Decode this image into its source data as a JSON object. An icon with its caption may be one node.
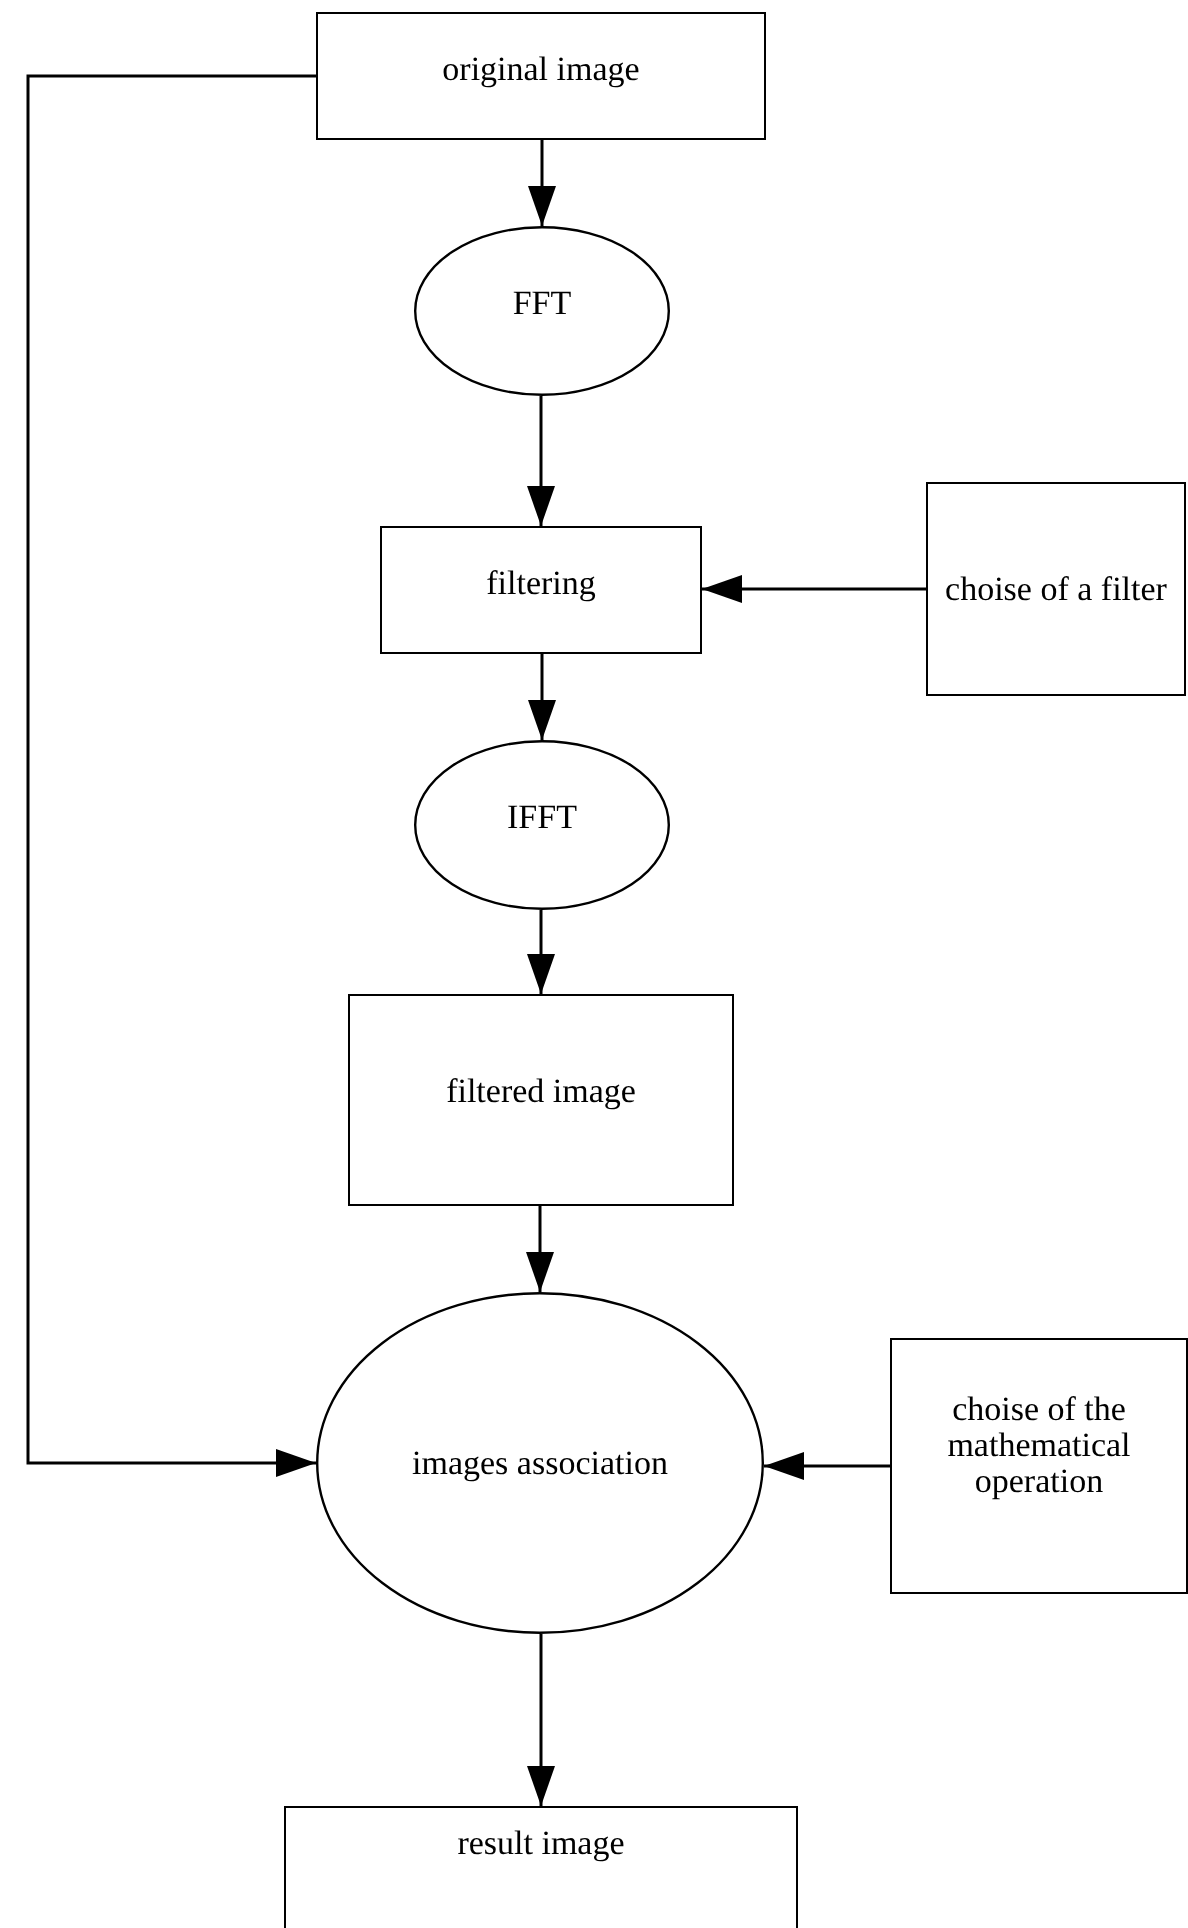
{
  "diagram": {
    "nodes": [
      {
        "text": [
          "original image"
        ]
      },
      {
        "text": [
          "FFT"
        ]
      },
      {
        "text": [
          "filtering"
        ]
      },
      {
        "text": [
          "choise of a filter"
        ]
      },
      {
        "text": [
          "IFFT"
        ]
      },
      {
        "text": [
          "filtered image"
        ]
      },
      {
        "text": [
          "images association"
        ]
      },
      {
        "text": [
          "choise of the mathematical operation"
        ]
      },
      {
        "text": [
          "result image"
        ]
      }
    ],
    "edges": [
      {
        "from": 0,
        "to": 1,
        "arrow": "to"
      },
      {
        "from": 1,
        "to": 2,
        "arrow": "to"
      },
      {
        "from": 3,
        "to": 2,
        "arrow": "to"
      },
      {
        "from": 2,
        "to": 4,
        "arrow": "to"
      },
      {
        "from": 4,
        "to": 5,
        "arrow": "to"
      },
      {
        "from": 5,
        "to": 6,
        "arrow": "to"
      },
      {
        "from": 0,
        "to": 6,
        "arrow": "to"
      },
      {
        "from": 7,
        "to": 6,
        "arrow": "to"
      },
      {
        "from": 6,
        "to": 8,
        "arrow": "to"
      }
    ]
  }
}
